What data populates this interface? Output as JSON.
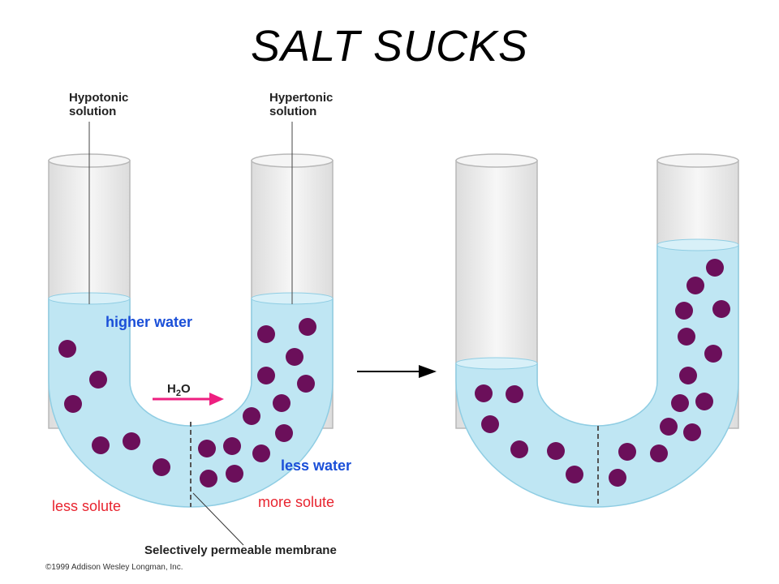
{
  "title": "SALT SUCKS",
  "labels": {
    "hypotonic_1": "Hypotonic",
    "hypotonic_2": "solution",
    "hypertonic_1": "Hypertonic",
    "hypertonic_2": "solution",
    "higher_water": "higher water",
    "less_water": "less water",
    "less_solute": "less solute",
    "more_solute": "more solute",
    "h2o_main": "H",
    "h2o_sub": "2",
    "h2o_end": "O",
    "membrane": "Selectively permeable membrane",
    "copyright": "©1999 Addison Wesley Longman, Inc."
  },
  "colors": {
    "water": "#bfe6f3",
    "water_edge": "#8fcde3",
    "tube_glass": "#eeeeee",
    "tube_edge": "#b8b8b8",
    "solute": "#6b0f5a",
    "arrow_pink": "#ee1f80",
    "arrow_black": "#000000"
  },
  "icons": {
    "flow_arrow": "right-arrow-icon",
    "process_arrow": "right-arrow-icon"
  }
}
